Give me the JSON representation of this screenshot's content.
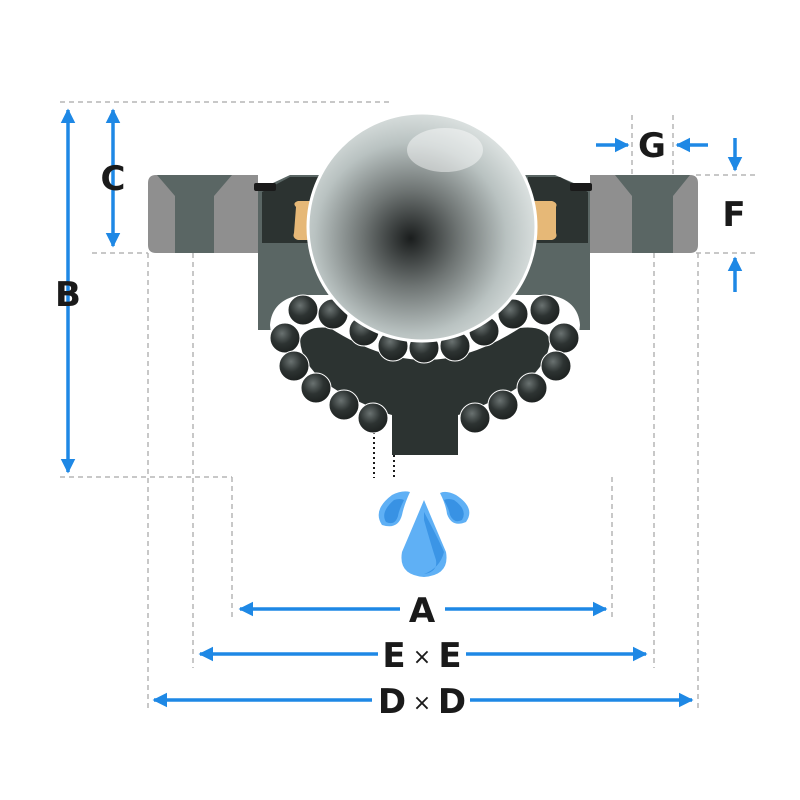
{
  "labels": {
    "a": "A",
    "b": "B",
    "c": "C",
    "d": "D",
    "e": "E",
    "f": "F",
    "g": "G",
    "times": "×"
  },
  "colors": {
    "arrow": "#1e88e5",
    "housing": "#8f8f8f",
    "flange_dark": "#5a6664",
    "inner_dark": "#2c3331",
    "seal": "#e6b877",
    "drop_light": "#5fb0f5",
    "drop_dark": "#1e7fd8",
    "guide": "#b5b5b5"
  }
}
